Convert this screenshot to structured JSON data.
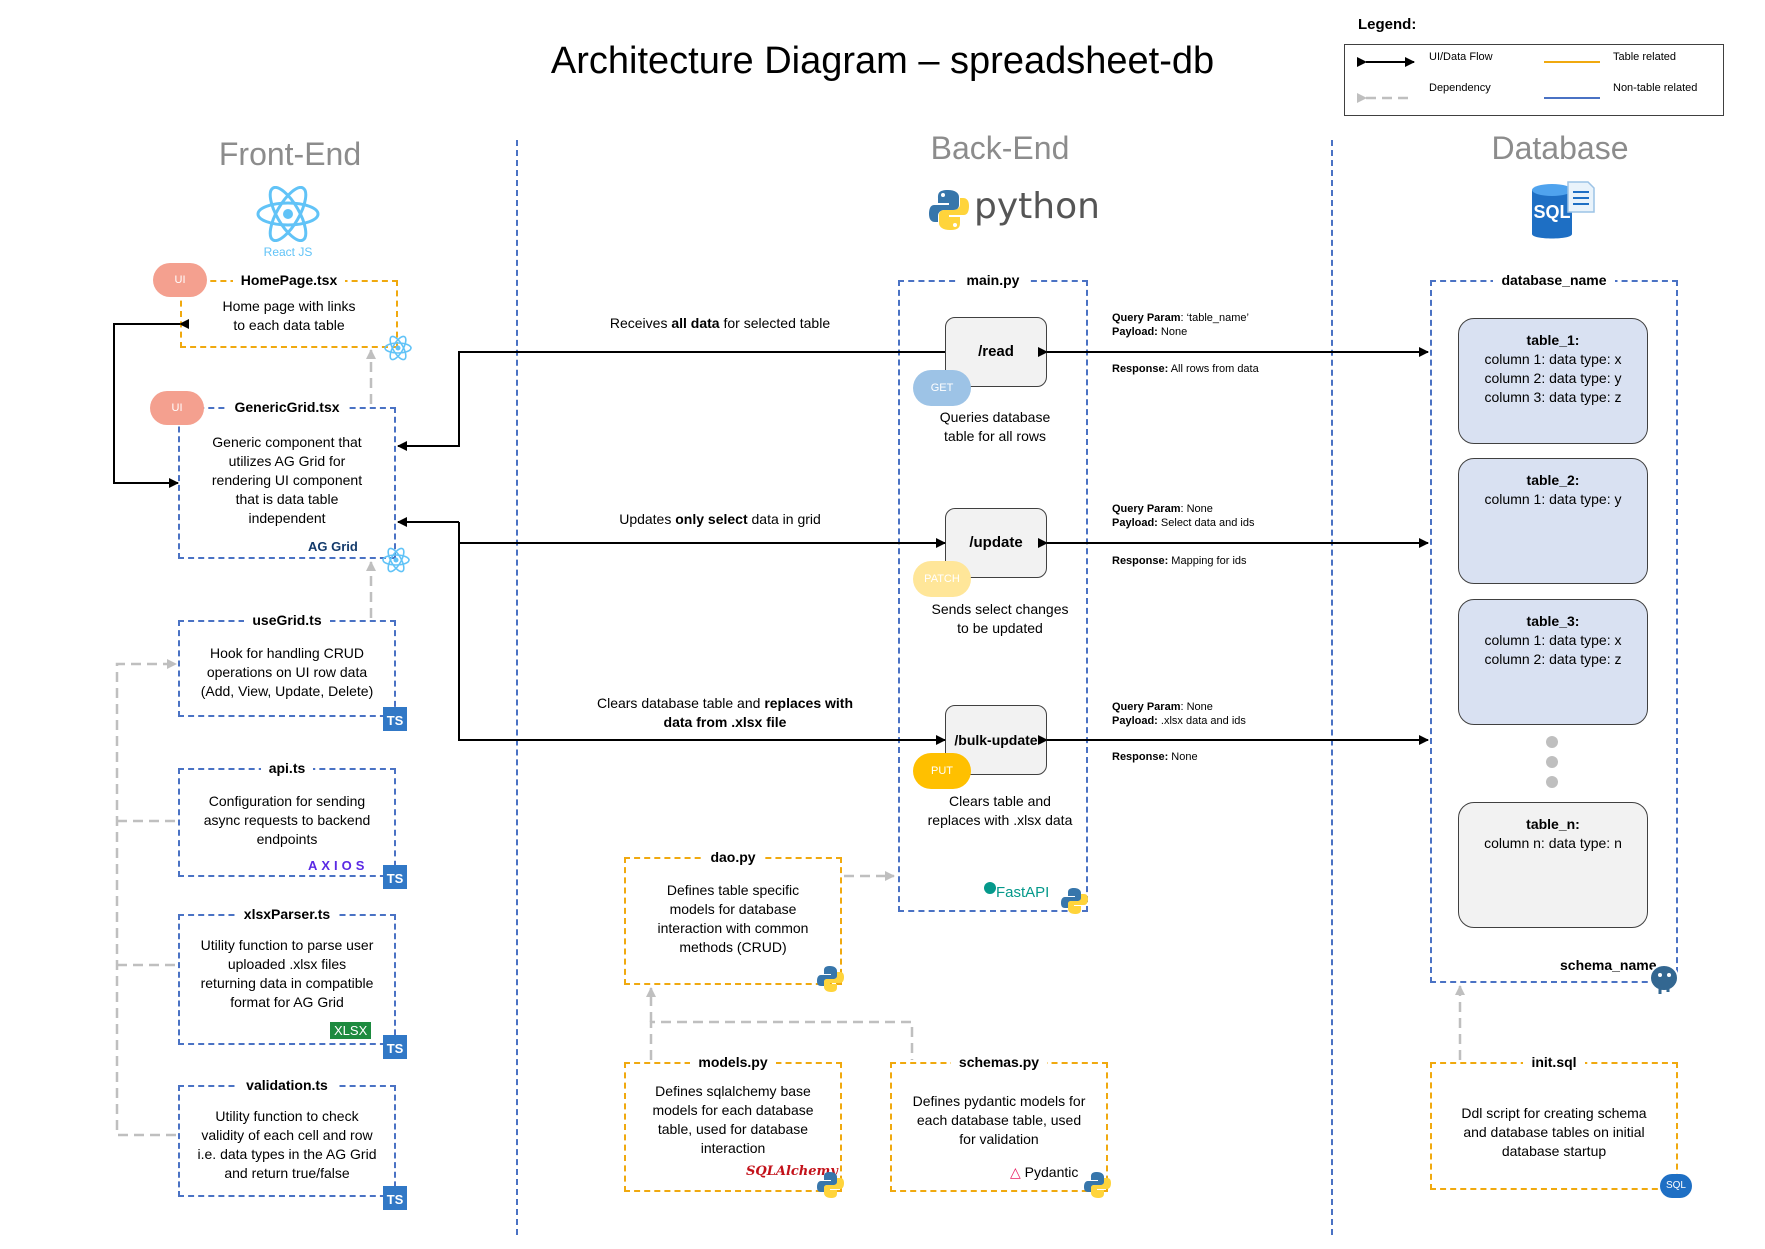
{
  "title": "Architecture Diagram – spreadsheet-db",
  "legend": {
    "heading": "Legend:",
    "ui_flow": "UI/Data Flow",
    "dependency": "Dependency",
    "table_related": "Table related",
    "non_table_related": "Non-table related",
    "colors": {
      "table": "#f0a90f",
      "non_table": "#4a72c4"
    }
  },
  "sections": {
    "frontend": "Front-End",
    "backend": "Back-End",
    "database": "Database"
  },
  "logos": {
    "react": "React JS",
    "python": "python",
    "sql": "SQL",
    "aggrid": "AG Grid",
    "axios": "AXIOS",
    "xlsx": "XLSX",
    "fastapi": "FastAPI",
    "sqlalchemy": "SQLAlchemy",
    "pydantic": "Pydantic",
    "ts": "TS"
  },
  "frontend": {
    "homepage": {
      "badge": "UI",
      "title": "HomePage.tsx",
      "desc": "Home page with links\nto each data table"
    },
    "genericgrid": {
      "badge": "UI",
      "title": "GenericGrid.tsx",
      "desc": "Generic component that\nutilizes AG Grid for\nrendering UI component\nthat is data table\nindependent"
    },
    "usegrid": {
      "title": "useGrid.ts",
      "desc": "Hook for handling CRUD\noperations on UI row data\n(Add, View, Update, Delete)"
    },
    "api": {
      "title": "api.ts",
      "desc": "Configuration for sending\nasync requests to backend\nendpoints"
    },
    "xlsxparser": {
      "title": "xlsxParser.ts",
      "desc": "Utility function to parse user\nuploaded .xlsx files\nreturning data in compatible\nformat for AG Grid"
    },
    "validation": {
      "title": "validation.ts",
      "desc": "Utility function to check\nvalidity of each cell and row\ni.e. data types in the AG Grid\nand return true/false"
    }
  },
  "flows": {
    "read": {
      "pre": "Receives ",
      "bold": "all data",
      "post": " for selected table"
    },
    "update": {
      "pre": "Updates ",
      "bold": "only select",
      "post": " data in grid"
    },
    "bulk_line1_pre": "Clears database table and ",
    "bulk_line1_bold": "replaces with",
    "bulk_line2": "data from .xlsx file"
  },
  "backend": {
    "main": "main.py",
    "endpoints": [
      {
        "path": "/read",
        "method": "GET",
        "method_color": "#9dc3e6",
        "desc": "Queries database\ntable for all rows"
      },
      {
        "path": "/update",
        "method": "PATCH",
        "method_color": "#ffe699",
        "desc": "Sends select changes\nto be updated"
      },
      {
        "path": "/bulk-update",
        "method": "PUT",
        "method_color": "#ffc000",
        "desc": "Clears table and\nreplaces with .xlsx data"
      }
    ],
    "dao": {
      "title": "dao.py",
      "desc": "Defines table specific\nmodels for database\ninteraction with common\nmethods (CRUD)"
    },
    "models": {
      "title": "models.py",
      "desc": "Defines sqlalchemy base\nmodels for each database\ntable, used for database\ninteraction"
    },
    "schemas": {
      "title": "schemas.py",
      "desc": "Defines pydantic models for\neach database table, used\nfor validation"
    }
  },
  "api_info": [
    {
      "q_label": "Query Param",
      "q_val": ": ‘table_name’",
      "p_label": "Payload:",
      "p_val": " None",
      "r_label": "Response:",
      "r_val": " All rows from data"
    },
    {
      "q_label": "Query Param",
      "q_val": ": None",
      "p_label": "Payload:",
      "p_val": " Select data and ids",
      "r_label": "Response:",
      "r_val": " Mapping for ids"
    },
    {
      "q_label": "Query Param",
      "q_val": ": None",
      "p_label": "Payload:",
      "p_val": " .xlsx data and ids",
      "r_label": "Response:",
      "r_val": " None"
    }
  ],
  "database": {
    "name": "database_name",
    "schema": "schema_name",
    "tables": [
      {
        "name": "table_1:",
        "cols": "column 1: data type: x\ncolumn 2: data type: y\ncolumn 3: data type: z"
      },
      {
        "name": "table_2:",
        "cols": "column 1: data type: y"
      },
      {
        "name": "table_3:",
        "cols": "column 1: data type: x\ncolumn 2: data type: z"
      },
      {
        "name": "table_n:",
        "cols": "column n: data type: n"
      }
    ],
    "init": {
      "title": "init.sql",
      "desc": "Ddl script for creating schema\nand database tables on initial\ndatabase startup",
      "badge": "SQL"
    }
  }
}
